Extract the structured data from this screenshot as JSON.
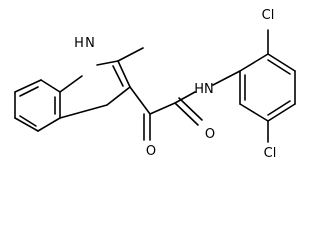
{
  "molecule": {
    "atom_labels": {
      "indole_nh": "H",
      "indole_n": "N",
      "amide_nh": "HN",
      "chlorine_top": "Cl",
      "chlorine_bottom": "Cl",
      "ketone_oxygen": "O",
      "amide_oxygen": "O"
    }
  }
}
